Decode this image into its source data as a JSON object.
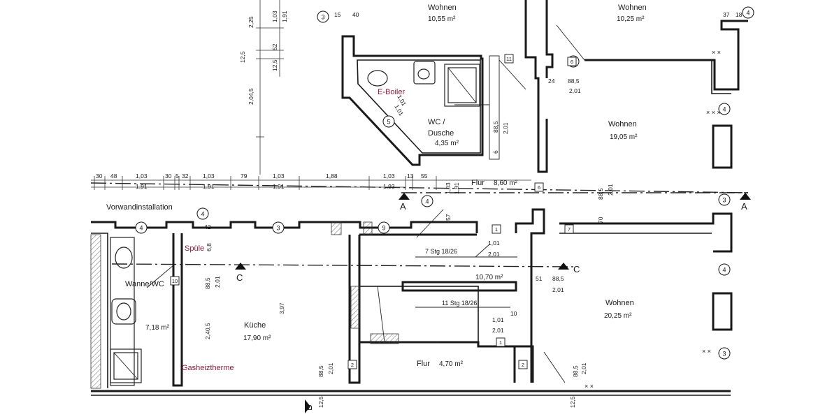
{
  "rooms": {
    "wohnen_top_left": {
      "name": "Wohnen",
      "area": "10,55 m²"
    },
    "wohnen_top_right": {
      "name": "Wohnen",
      "area": "10,25 m²"
    },
    "wohnen_mid_right": {
      "name": "Wohnen",
      "area": "19,05 m²"
    },
    "wohnen_bottom_right": {
      "name": "Wohnen",
      "area": "20,25 m²"
    },
    "wc_dusche": {
      "name_line1": "WC /",
      "name_line2": "Dusche",
      "area": "4,35 m²"
    },
    "flur_top": {
      "name": "Flur",
      "area": "8,60 m²"
    },
    "wanne_wc": {
      "name": "Wanne/WC",
      "area": "7,18 m²"
    },
    "kueche": {
      "name": "Küche",
      "area": "17,90 m²"
    },
    "flur_bottom": {
      "name": "Flur",
      "area": "4,70 m²"
    },
    "stair_hall": {
      "area": "10,70 m²"
    }
  },
  "annotations": {
    "e_boiler": "E-Boiler",
    "spuele": "Spüle",
    "gasheiztherme": "Gasheiztherme",
    "vorwand": "Vorwandinstallation"
  },
  "stairs": {
    "upper": "7 Stg 18/26",
    "lower": "11 Stg 18/26"
  },
  "sections": {
    "a": "A",
    "b": "B",
    "c": "C"
  },
  "dim_chain_top": [
    "30",
    "48",
    "1,03",
    "30",
    "5",
    "32",
    "1,03",
    "79",
    "1,03",
    "1,88",
    "1,03",
    "13",
    "55"
  ],
  "dim_chain_bottom": [
    "1,91",
    "1,91",
    "1,91",
    "1,93"
  ],
  "dims": {
    "d_2_25": "2,25",
    "d_1_03a": "1,03",
    "d_1_91a": "1,91",
    "d_52": "52",
    "d_12_5a": "12,5",
    "d_12_5b": "12,5",
    "d_2_04_5": "2,04,5",
    "d_1_01a": "1,01",
    "d_1_01b": "1,01",
    "d_15": "15",
    "d_40": "40",
    "d_37": "37",
    "d_18": "18",
    "d_24": "24",
    "d_88_5a": "88,5",
    "d_2_01a": "2,01",
    "d_88_5b": "88,5",
    "d_2_01b": "2,01",
    "d_6": "6",
    "d_1_03b": "1,03",
    "d_1_91b": "1,91",
    "d_88_5c": "88,5",
    "d_2_01c": "2,01",
    "d_57": "57",
    "d_42": "42",
    "d_68": "6,8",
    "d_88_5d": "88,5",
    "d_2_01d": "2,01",
    "d_3_97": "3,97",
    "d_2_40_5": "2,40,5",
    "d_1_01c": "1,01",
    "d_2_01e": "2,01",
    "d_51": "51",
    "d_88_5e": "88,5",
    "d_2_01f": "2,01",
    "d_70": "70",
    "d_10": "10",
    "d_1_01d": "1,01",
    "d_2_01g": "2,01",
    "d_88_5f": "88,5",
    "d_2_01h": "2,01",
    "d_88_5g": "88,5",
    "d_2_01i": "2,01",
    "d_12_5c": "12,5",
    "d_12_5d": "12,5"
  },
  "circle_marks": [
    "3",
    "5",
    "4",
    "4",
    "4",
    "3",
    "9",
    "4",
    "4",
    "3",
    "3",
    "3",
    "4"
  ],
  "box_marks": [
    "11",
    "6",
    "6",
    "1",
    "7",
    "1",
    "2",
    "2",
    "10"
  ]
}
